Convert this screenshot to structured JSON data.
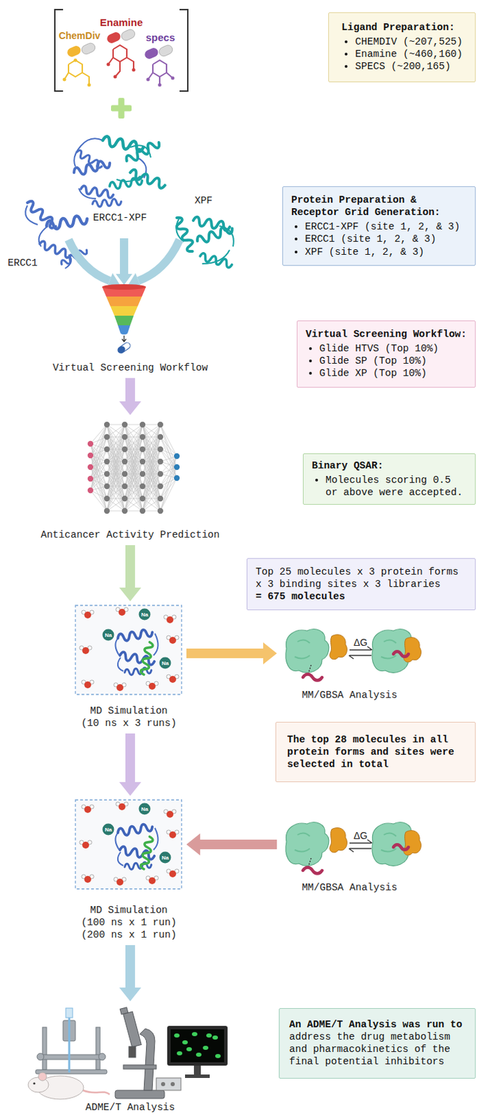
{
  "diagram": {
    "nodes": [
      {
        "text": [
          "Ligand Preparation:",
          "CHEMDIV (~207,525)",
          "Enamine (~460,160)",
          "SPECS (~200,165)"
        ]
      },
      {
        "text": [
          "Protein Preparation & Receptor Grid Generation:",
          "ERCC1-XPF (site 1, 2, & 3)",
          "ERCC1 (site 1, 2, & 3)",
          "XPF (site 1, 2, & 3)"
        ]
      },
      {
        "text": [
          "Virtual Screening Workflow"
        ]
      },
      {
        "text": [
          "Virtual Screening Workflow:",
          "Glide HTVS (Top 10%)",
          "Glide SP (Top 10%)",
          "Glide XP (Top 10%)"
        ]
      },
      {
        "text": [
          "Anticancer Activity Prediction"
        ]
      },
      {
        "text": [
          "Binary QSAR:",
          "Molecules scoring 0.5 or above were accepted."
        ]
      },
      {
        "text": [
          "Top 25 molecules x 3 protein forms x 3 binding sites x 3 libraries",
          "= 675 molecules"
        ]
      },
      {
        "text": [
          "MD Simulation (10 ns x 3 runs)"
        ]
      },
      {
        "text": [
          "MM/GBSA Analysis"
        ]
      },
      {
        "text": [
          "The top 28 molecules in all protein forms and sites were selected in total"
        ]
      },
      {
        "text": [
          "MD Simulation (100 ns x 1 run) (200 ns x 1 run)"
        ]
      },
      {
        "text": [
          "MM/GBSA Analysis"
        ]
      },
      {
        "text": [
          "ADME/T Analysis"
        ]
      },
      {
        "text": [
          "An ADME/T Analysis was run to",
          "address the drug metabolism and pharmacokinetics of the final potential inhibitors"
        ]
      }
    ],
    "edges": [
      {
        "from": 2,
        "to": 4,
        "arrow": "to"
      },
      {
        "from": 4,
        "to": 7,
        "arrow": "to"
      },
      {
        "from": 7,
        "to": 8,
        "arrow": "to"
      },
      {
        "from": 7,
        "to": 10,
        "arrow": "to"
      },
      {
        "from": 11,
        "to": 10,
        "arrow": "to"
      },
      {
        "from": 10,
        "to": 12,
        "arrow": "to"
      }
    ],
    "labels": [
      "Enamine",
      "ChemDiv",
      "specs",
      "XPF",
      "ERCC1-XPF",
      "ERCC1",
      "Na",
      "Na",
      "ΔG",
      "Na",
      "Na",
      "Na",
      "ΔG",
      "Na"
    ]
  }
}
